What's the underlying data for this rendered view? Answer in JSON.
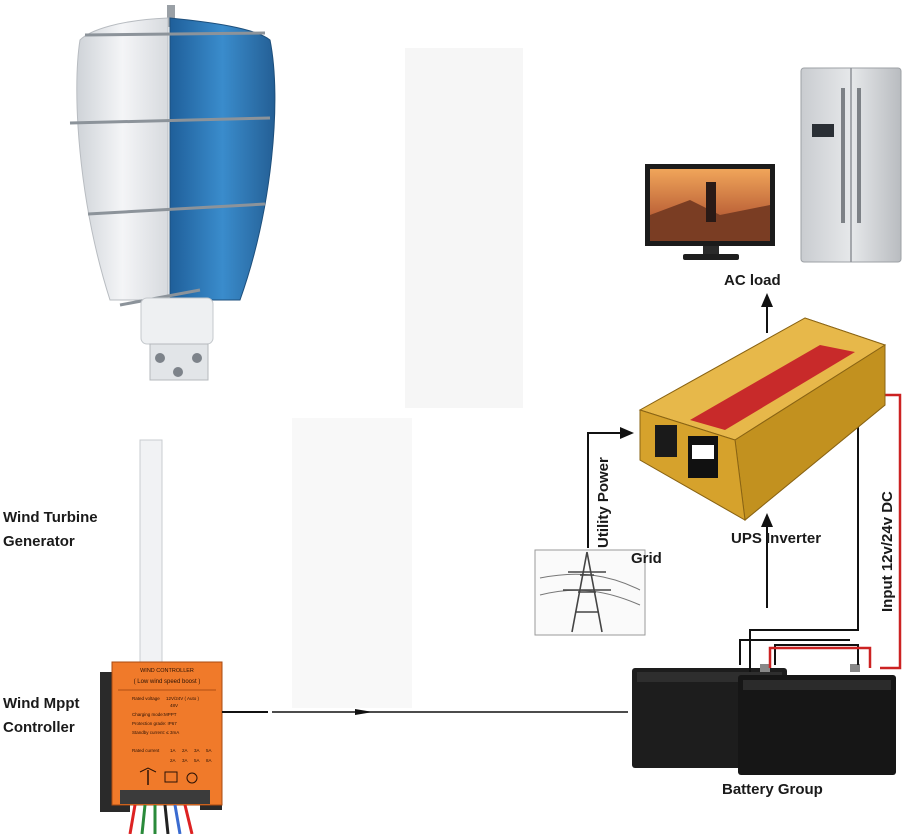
{
  "labels": {
    "wind_turbine_line1": "Wind Turbine",
    "wind_turbine_line2": "Generator",
    "mppt_line1": "Wind Mppt",
    "mppt_line2": "Controller",
    "ac_load": "AC load",
    "ups_inverter": "UPS Inverter",
    "utility_power": "Utility Power",
    "grid": "Grid",
    "input_dc": "Input 12v/24v DC",
    "battery_group": "Battery Group"
  },
  "controller_panel": {
    "title": "WIND CONTROLLER",
    "subtitle": "( Low wind speed boost )",
    "line1": "Rated voltage",
    "line1_value": "12V/24V ( Auto )",
    "line1_value2": "48V",
    "line2": "Charging mode:MPPT",
    "line3": "Protection grade: IP67",
    "line4": "Standby current: ≤ 3mA",
    "line5": "Rated current",
    "currents_row1": [
      "1A",
      "2A",
      "3A",
      "5A"
    ],
    "currents_row2": [
      "2A",
      "3A",
      "5A",
      "8A"
    ]
  },
  "colors": {
    "turbine_blue": "#2f78b5",
    "controller_orange": "#f07a2a",
    "inverter_gold": "#d6a22c",
    "battery_black": "#1c1c1c",
    "wire_red": "#cc2222"
  }
}
